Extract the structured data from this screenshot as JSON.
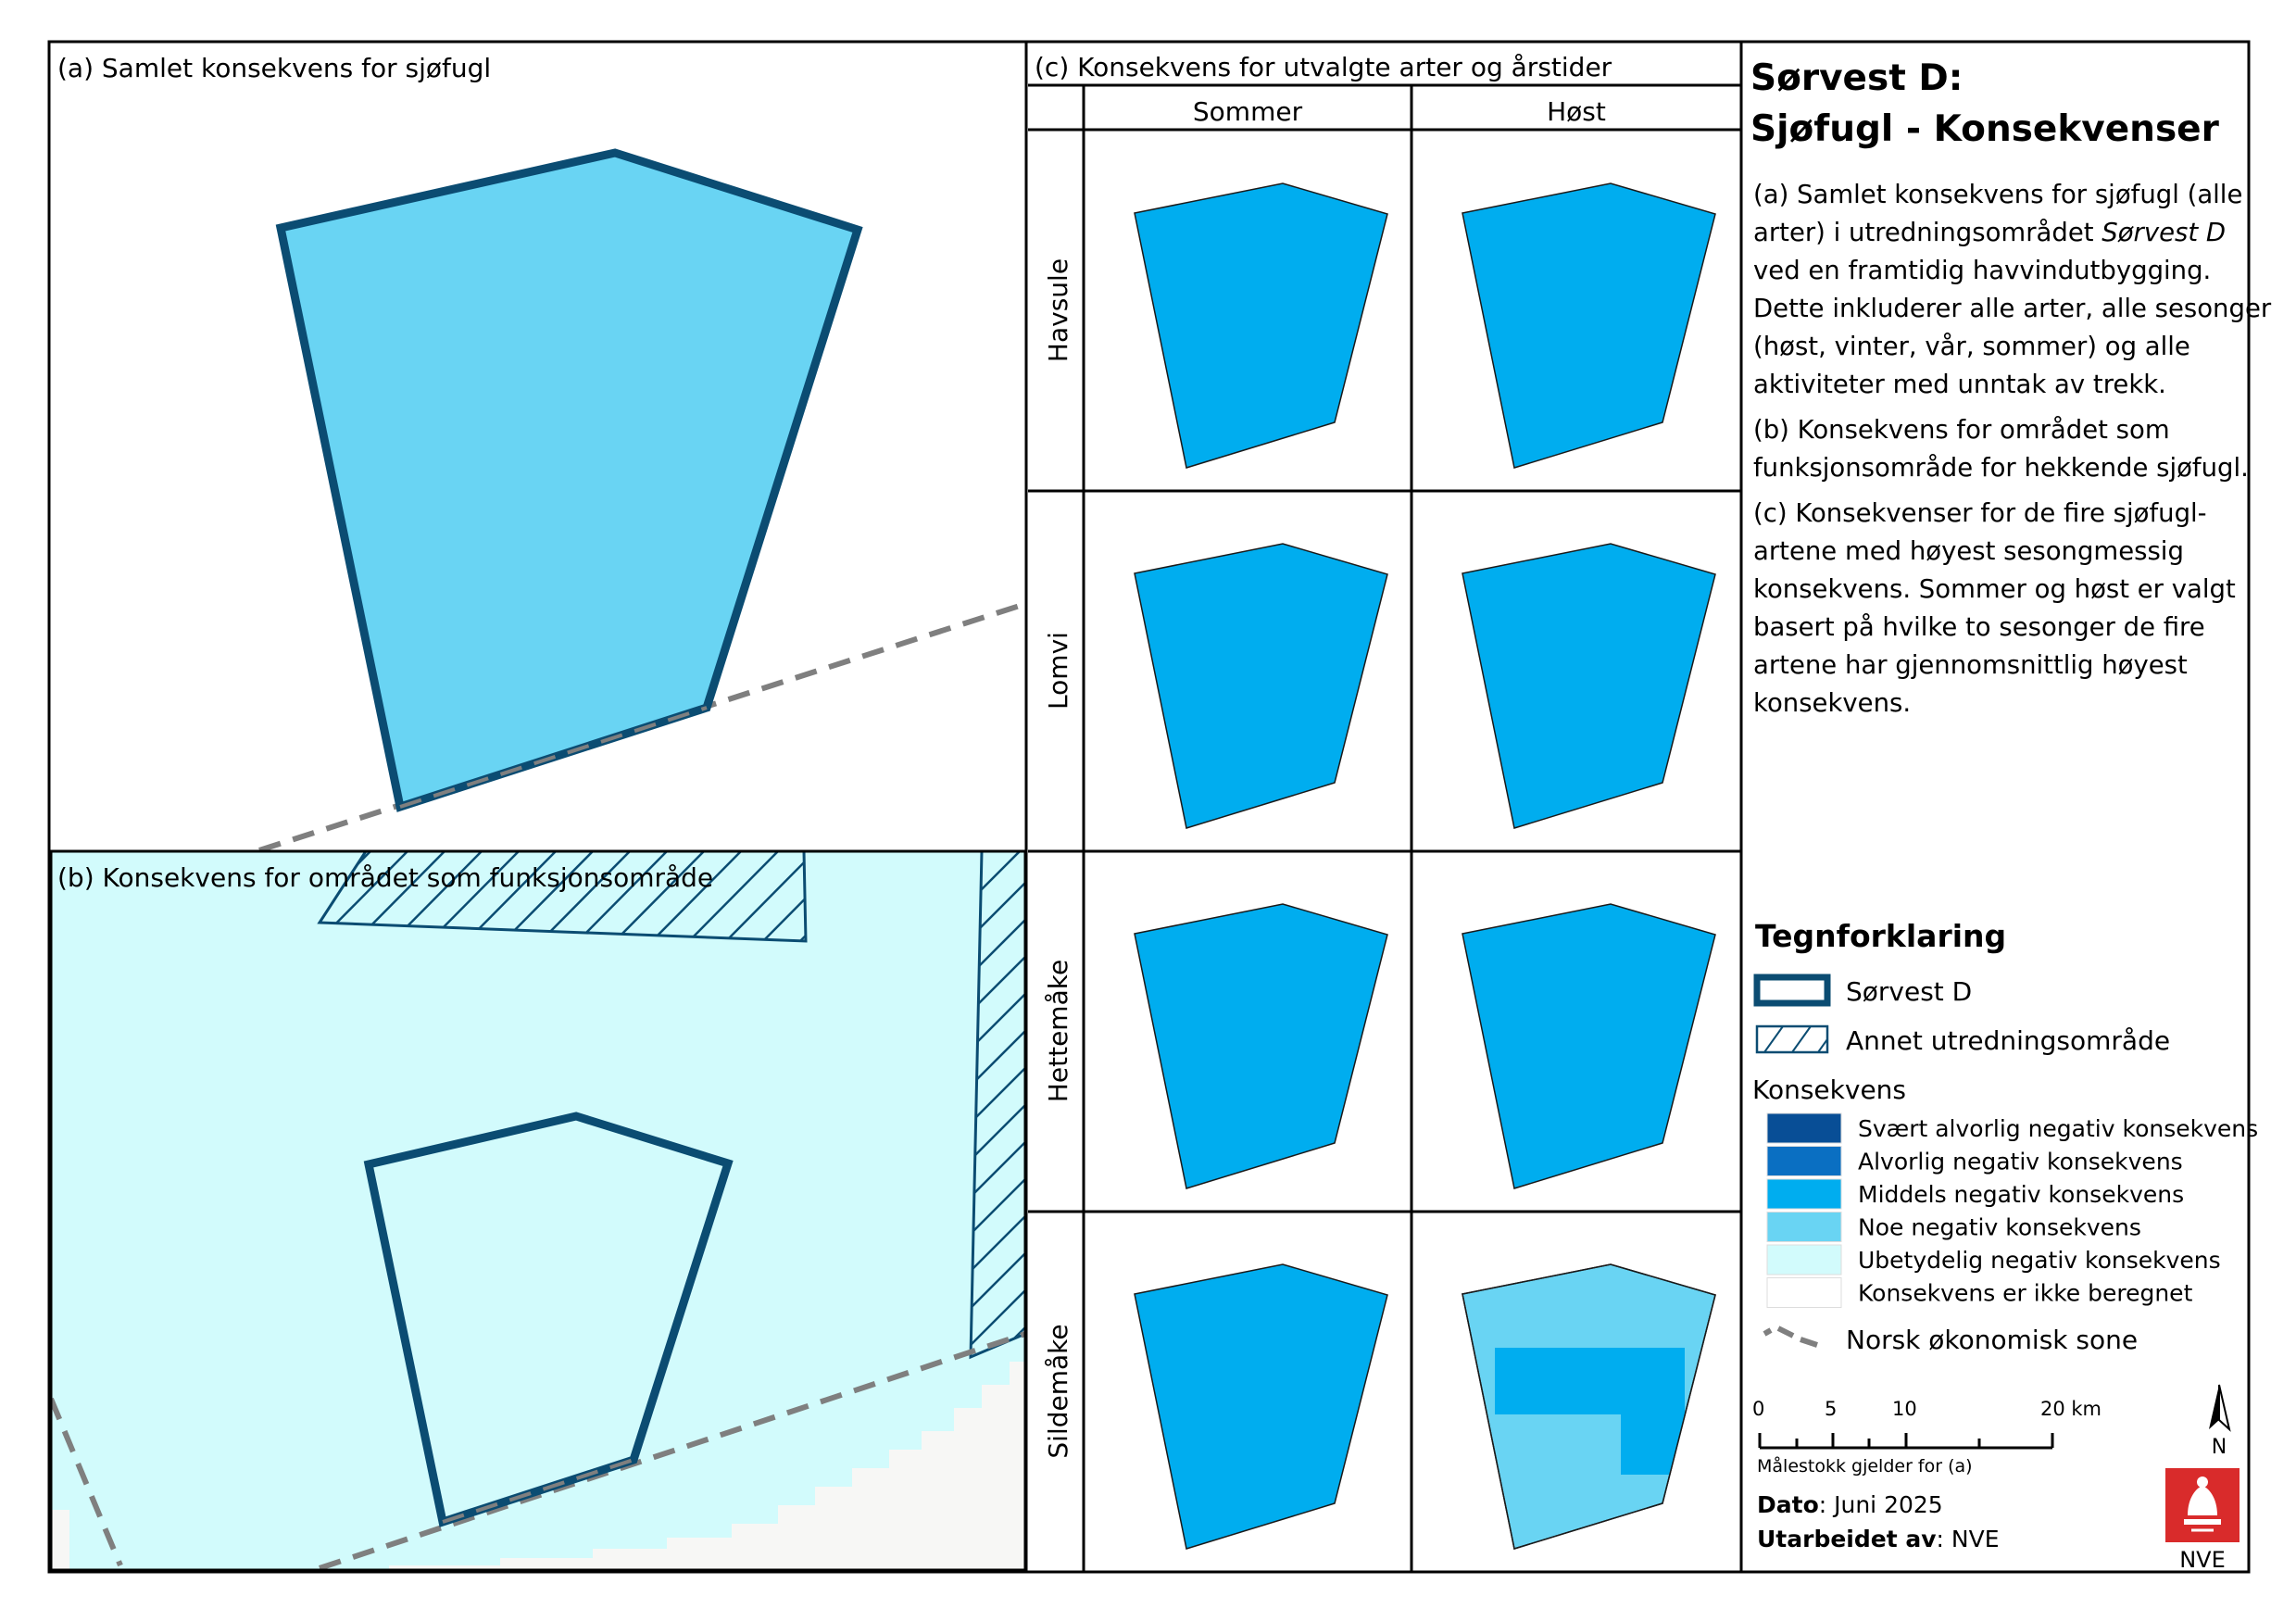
{
  "panel_a": {
    "label": "(a) Samlet konsekvens for sjøfugl"
  },
  "panel_b": {
    "label": "(b) Konsekvens for området som funksjonsområde"
  },
  "panel_c": {
    "label": "(c) Konsekvens for utvalgte arter og årstider",
    "columns": [
      "Sommer",
      "Høst"
    ],
    "rows": [
      "Havsule",
      "Lomvi",
      "Hettemåke",
      "Sildemåke"
    ],
    "cells": [
      {
        "species": "Havsule",
        "season": "Sommer",
        "class": "Middels negativ konsekvens"
      },
      {
        "species": "Havsule",
        "season": "Høst",
        "class": "Middels negativ konsekvens"
      },
      {
        "species": "Lomvi",
        "season": "Sommer",
        "class": "Middels negativ konsekvens"
      },
      {
        "species": "Lomvi",
        "season": "Høst",
        "class": "Middels negativ konsekvens"
      },
      {
        "species": "Hettemåke",
        "season": "Sommer",
        "class": "Middels negativ konsekvens"
      },
      {
        "species": "Hettemåke",
        "season": "Høst",
        "class": "Middels negativ konsekvens"
      },
      {
        "species": "Sildemåke",
        "season": "Sommer",
        "class": "Middels negativ konsekvens"
      },
      {
        "species": "Sildemåke",
        "season": "Høst",
        "class": "Noe negativ konsekvens / Middels negativ konsekvens"
      }
    ]
  },
  "title": {
    "line1": "Sørvest D:",
    "line2": "Sjøfugl - Konsekvenser"
  },
  "description": {
    "a_pre": "(a) Samlet konsekvens for sjøfugl (alle arter) i utredningsområdet ",
    "a_italic": "Sørvest D",
    "a_post": " ved en framtidig havvindutbygging. Dette inkluderer alle arter, alle sesonger (høst, vinter, vår, sommer) og alle aktiviteter med unntak av trekk.",
    "b": "(b) Konsekvens for området som funksjonsområde for hekkende sjøfugl.",
    "c": "(c) Konsekvenser for de fire sjøfugl-artene med høyest sesongmessig konsekvens. Sommer og høst er valgt basert på hvilke to sesonger de fire artene har gjennomsnittlig høyest konsekvens."
  },
  "legend": {
    "title": "Tegnforklaring",
    "sorvest_d": "Sørvest D",
    "annet": "Annet utredningsområde",
    "konsekvens_title": "Konsekvens",
    "classes": [
      {
        "label": "Svært alvorlig negativ konsekvens",
        "color": "#084e96"
      },
      {
        "label": "Alvorlig negativ konsekvens",
        "color": "#0a6fc2"
      },
      {
        "label": "Middels negativ konsekvens",
        "color": "#00adef"
      },
      {
        "label": "Noe negativ konsekvens",
        "color": "#69d4f3"
      },
      {
        "label": "Ubetydelig negativ konsekvens",
        "color": "#d2fbfc"
      },
      {
        "label": "Konsekvens er ikke beregnet",
        "color": "#ffffff"
      }
    ],
    "norsk_sone": "Norsk økonomisk sone"
  },
  "scalebar": {
    "ticks": [
      "0",
      "5",
      "10",
      "20 km"
    ],
    "note": "Målestokk gjelder for (a)"
  },
  "north_arrow": {
    "letter": "N"
  },
  "dato": {
    "label": "Dato",
    "value": ": Juni 2025"
  },
  "author": {
    "label": "Utarbeidet av",
    "value": ": NVE"
  },
  "logo": {
    "text": "NVE"
  },
  "colors": {
    "boundary": "#0b4c72",
    "zone_line": "#7f7f7f",
    "land": "#f7f7f5",
    "noe": "#69d4f3",
    "middels": "#00adef",
    "ubetydelig": "#d2fbfc",
    "logo_red": "#d92b2b"
  }
}
